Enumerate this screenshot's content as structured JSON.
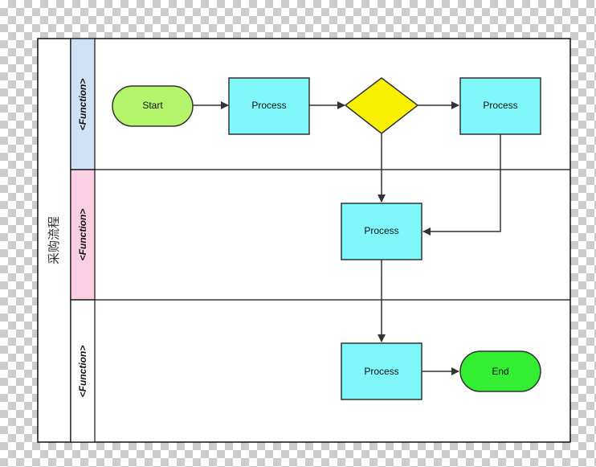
{
  "pool": {
    "title": "采购流程"
  },
  "lanes": [
    {
      "label": "<Function>",
      "color": "#cfe2f7"
    },
    {
      "label": "<Function>",
      "color": "#fbcfe3"
    },
    {
      "label": "<Function>",
      "color": "#ffffff"
    }
  ],
  "nodes": {
    "start": {
      "label": "Start",
      "color": "#b5f56b"
    },
    "process_1": {
      "label": "Process",
      "color": "#7ff7fb"
    },
    "decision": {
      "label": "",
      "color": "#f8f000"
    },
    "process_2": {
      "label": "Process",
      "color": "#7ff7fb"
    },
    "process_3": {
      "label": "Process",
      "color": "#7ff7fb"
    },
    "process_4": {
      "label": "Process",
      "color": "#7ff7fb"
    },
    "end": {
      "label": "End",
      "color": "#33ee33"
    }
  },
  "edges": [
    [
      "start",
      "process_1"
    ],
    [
      "process_1",
      "decision"
    ],
    [
      "decision",
      "process_2"
    ],
    [
      "decision",
      "process_3"
    ],
    [
      "process_2",
      "process_3"
    ],
    [
      "process_3",
      "process_4"
    ],
    [
      "process_4",
      "end"
    ]
  ]
}
